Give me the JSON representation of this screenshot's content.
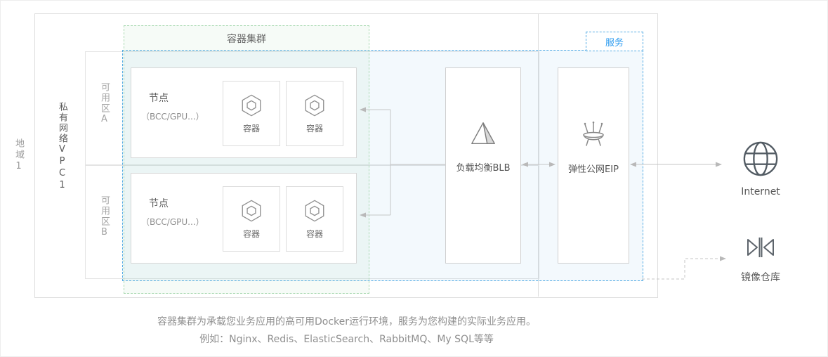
{
  "colors": {
    "accent_blue": "#2b9bf0",
    "blue_dashed_border": "#54abe4",
    "green_dashed_border": "#a9d9b1",
    "box_border": "#d6d6d6",
    "arrow_gray": "#bdbdbd",
    "text_dark": "#595959",
    "text_gray": "#8f8f8f"
  },
  "region": {
    "label": "地域1"
  },
  "vpc": {
    "label": "私有网络VPC1"
  },
  "cluster": {
    "label": "容器集群"
  },
  "service": {
    "label": "服务"
  },
  "zones": [
    {
      "label": "可用区A",
      "node": {
        "title": "节点",
        "subtitle": "（BCC/GPU...）",
        "containers": [
          {
            "label": "容器",
            "icon": "hexagon-icon"
          },
          {
            "label": "容器",
            "icon": "hexagon-icon"
          }
        ]
      }
    },
    {
      "label": "可用区B",
      "node": {
        "title": "节点",
        "subtitle": "（BCC/GPU...）",
        "containers": [
          {
            "label": "容器",
            "icon": "hexagon-icon"
          },
          {
            "label": "容器",
            "icon": "hexagon-icon"
          }
        ]
      }
    }
  ],
  "blb": {
    "label": "负载均衡BLB",
    "icon": "load-balancer-pyramid-icon"
  },
  "eip": {
    "label": "弹性公网EIP",
    "icon": "antenna-icon"
  },
  "internet": {
    "label": "Internet",
    "icon": "globe-icon"
  },
  "registry": {
    "label": "镜像仓库",
    "icon": "mirror-registry-icon"
  },
  "caption": {
    "line1": "容器集群为承载您业务应用的高可用Docker运行环境，服务为您构建的实际业务应用。",
    "line2": "例如：Nginx、Redis、ElasticSearch、RabbitMQ、My SQL等等"
  }
}
